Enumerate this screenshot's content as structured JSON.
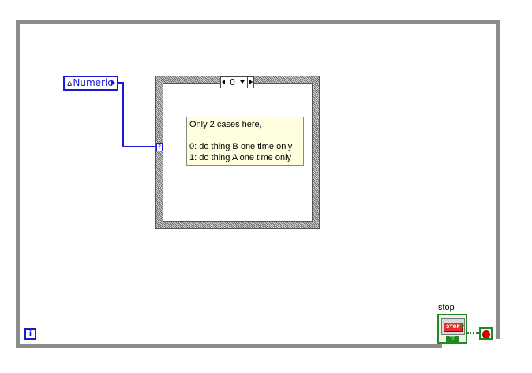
{
  "diagram": {
    "numeric_terminal": {
      "label": "Numeric",
      "house_glyph": "⌂"
    },
    "case_structure": {
      "selector_value": "0",
      "selector_terminal_glyph": "?",
      "comment_lines": [
        "Only 2 cases here,",
        "",
        "0: do thing B one time only",
        "1: do thing A one time only"
      ]
    },
    "info_icon": "i",
    "stop": {
      "label": "stop",
      "button_text": "STOP",
      "type_text": "TF"
    }
  },
  "colors": {
    "numeric_wire": "#1a1ad6",
    "boolean_wire": "#1f8a1f",
    "loop_border": "#8c8c8c",
    "comment_bg": "#ffffe0",
    "stop_red": "#e03030"
  },
  "icons": {
    "numeric": "house-icon",
    "selector": "question-mark-icon",
    "info": "info-icon",
    "stop": "stop-sign-icon",
    "condition": "stop-condition-icon"
  }
}
